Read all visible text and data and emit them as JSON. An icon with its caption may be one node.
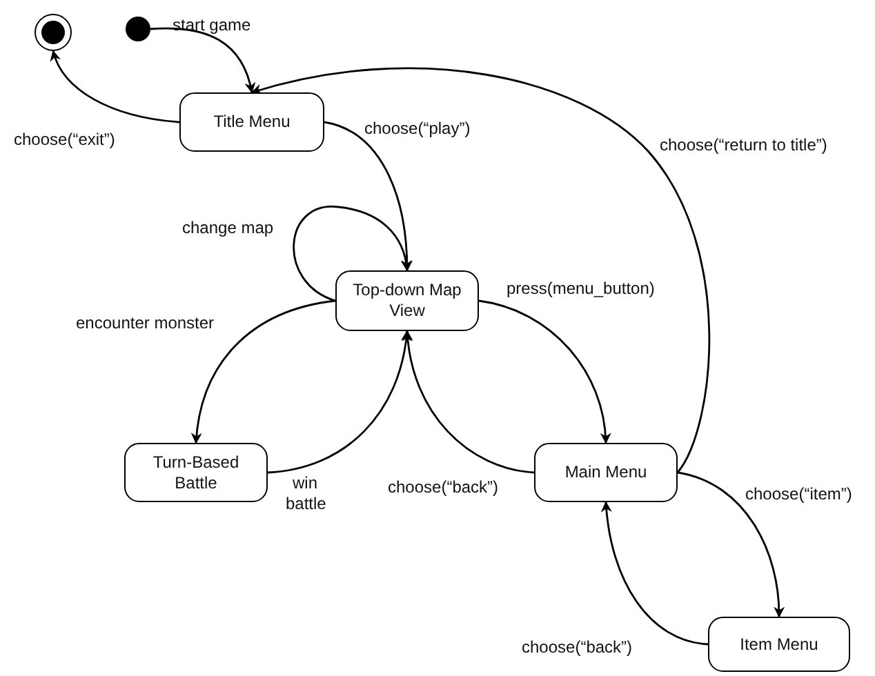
{
  "diagram": {
    "nodes": [
      {
        "text": [],
        "shape": "circle"
      },
      {
        "text": [],
        "shape": "circle"
      },
      {
        "text": [
          "Title Menu"
        ]
      },
      {
        "text": [
          "Top-down Map View"
        ]
      },
      {
        "text": [
          "Turn-Based Battle"
        ]
      },
      {
        "text": [
          "Main Menu"
        ]
      },
      {
        "text": [
          "Item Menu"
        ]
      }
    ],
    "edges": [
      {
        "from": 1,
        "to": 2,
        "arrow": "to",
        "label": "start game"
      },
      {
        "from": 2,
        "to": 0,
        "arrow": "to",
        "label": "choose(“exit”)"
      },
      {
        "from": 2,
        "to": 3,
        "arrow": "to",
        "label": "choose(“play”)"
      },
      {
        "from": 3,
        "to": 3,
        "arrow": "to",
        "label": "change map"
      },
      {
        "from": 3,
        "to": 4,
        "arrow": "to",
        "label": "encounter monster"
      },
      {
        "from": 4,
        "to": 3,
        "arrow": "to",
        "label": "win battle"
      },
      {
        "from": 5,
        "to": 3,
        "arrow": "to",
        "label": "choose(“back”)"
      },
      {
        "from": 3,
        "to": 5,
        "arrow": "to",
        "label": "press(menu_button)"
      },
      {
        "from": 5,
        "to": 2,
        "arrow": "to",
        "label": "choose(“return to title”)"
      },
      {
        "from": 5,
        "to": 6,
        "arrow": "to",
        "label": "choose(“item”)"
      },
      {
        "from": 6,
        "to": 5,
        "arrow": "to",
        "label": "choose(“back”)"
      }
    ]
  }
}
